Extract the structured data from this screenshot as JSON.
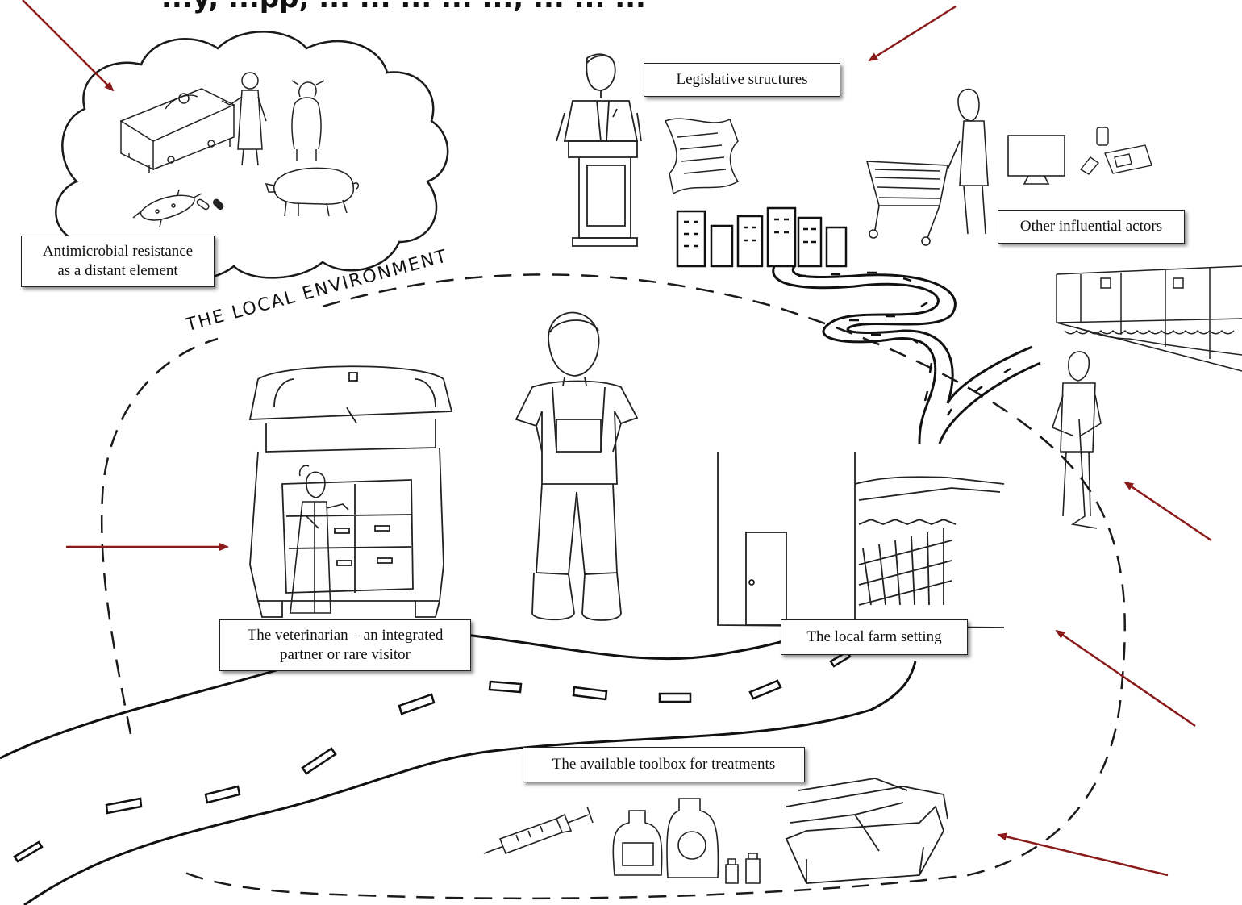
{
  "top_cropped_text": "...y, ...pp, ... ... ... ... ..., ... ... ...",
  "environment_title": "THE LOCAL ENVIRONMENT",
  "labels": {
    "amr_line1": "Antimicrobial resistance",
    "amr_line2": "as a distant element",
    "legislative": "Legislative structures",
    "other_actors": "Other influential actors",
    "vet_line1": "The veterinarian – an integrated",
    "vet_line2": "partner or rare visitor",
    "farm": "The local farm setting",
    "toolbox": "The available toolbox for treatments"
  },
  "icons": {
    "hospital_bed": "hospital-bed-icon",
    "doctor": "doctor-icon",
    "cow": "cow-icon",
    "pig": "pig-icon",
    "bacterium": "bacterium-icon",
    "pills": "pill-capsule-icon",
    "politician": "politician-at-podium-icon",
    "scroll": "legal-scroll-icon",
    "city": "city-buildings-icon",
    "shopper": "shopper-with-cart-icon",
    "monitor": "tv-monitor-icon",
    "phone": "phone-icon",
    "newspaper": "newspaper-icon",
    "barn_interior": "barn-stalls-icon",
    "farmworker": "farm-worker-icon",
    "farmer": "farmer-in-overalls-icon",
    "vet_car": "vet-car-trunk-icon",
    "vet": "veterinarian-icon",
    "farm_building": "farm-building-icon",
    "syringe": "syringe-icon",
    "bottles": "medicine-bottles-icon",
    "toolbox": "toolbox-icon"
  },
  "colors": {
    "arrow": "#8b1a1a",
    "ink": "#1a1a1a"
  }
}
